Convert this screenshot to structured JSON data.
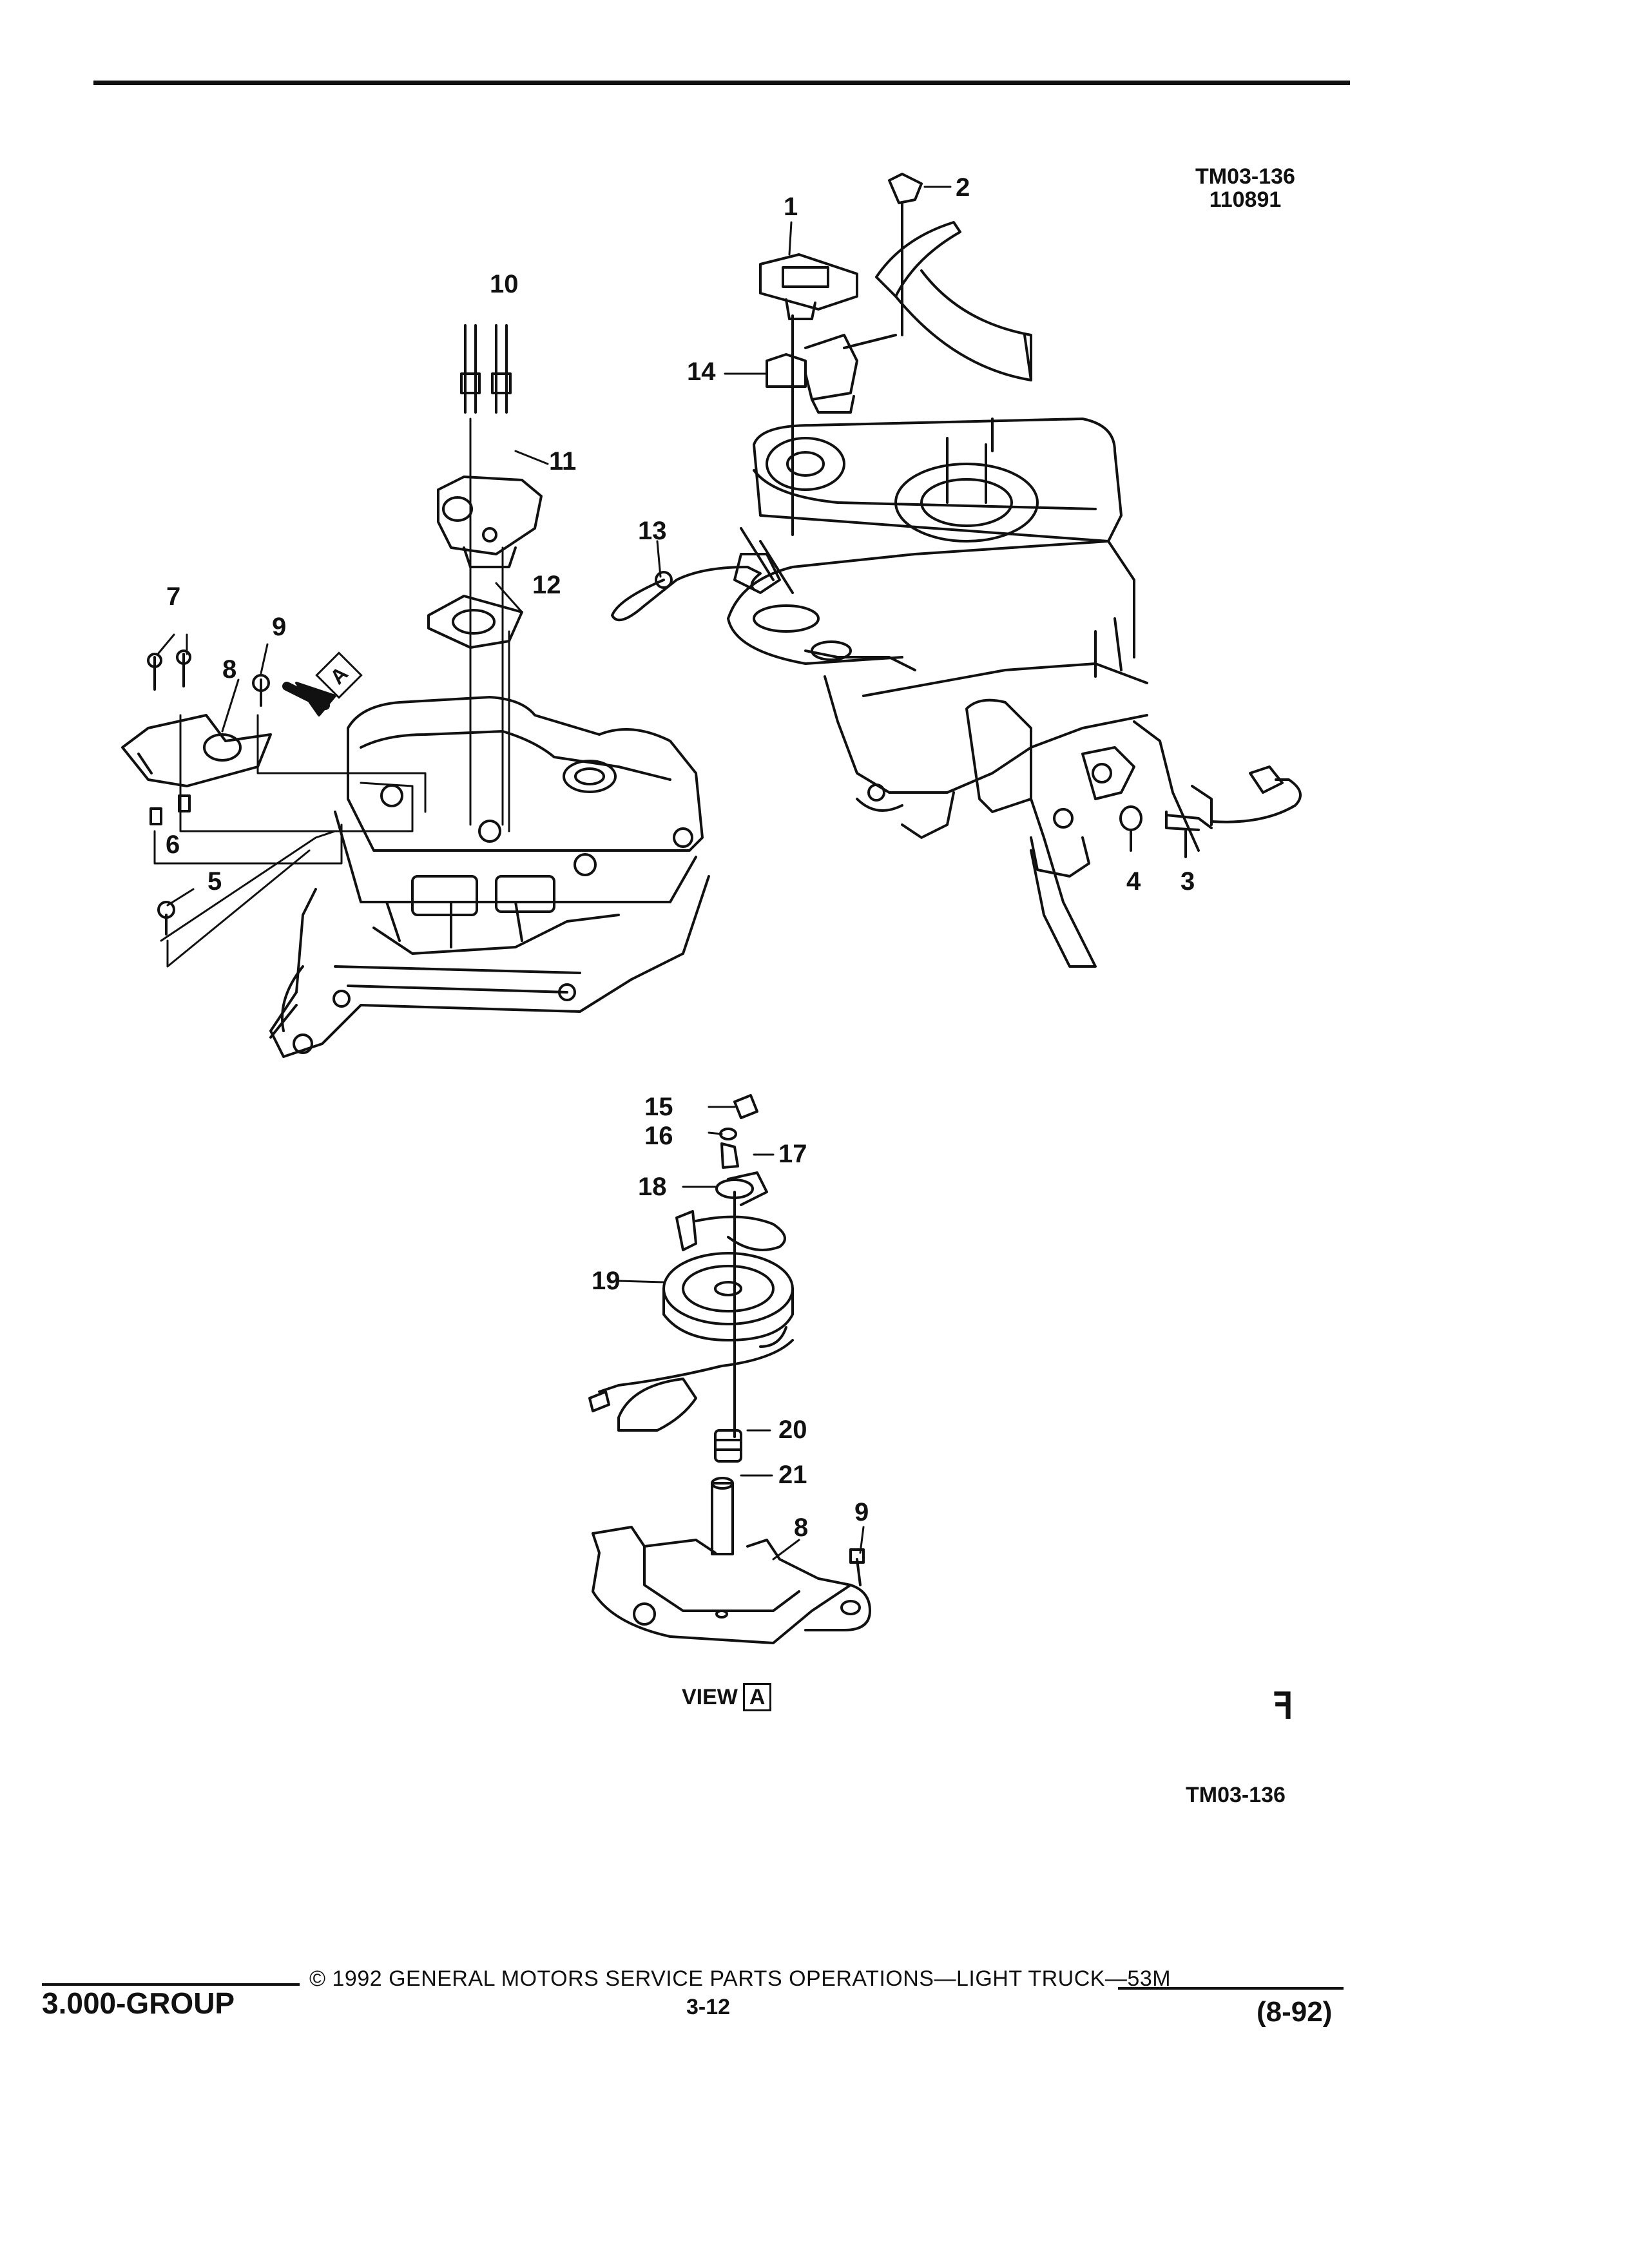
{
  "header": {
    "figure_code": "TM03-136",
    "figure_date": "110891"
  },
  "callouts": {
    "c1": "1",
    "c2": "2",
    "c3": "3",
    "c4": "4",
    "c5": "5",
    "c6": "6",
    "c7": "7",
    "c8": "8",
    "c9": "9",
    "c10": "10",
    "c11": "11",
    "c12": "12",
    "c13": "13",
    "c14": "14",
    "c15": "15",
    "c16": "16",
    "c17": "17",
    "c18": "18",
    "c19": "19",
    "c20": "20",
    "c21": "21",
    "c8b": "8",
    "c9b": "9"
  },
  "view": {
    "label": "VIEW",
    "letter": "A"
  },
  "view_marker": "A",
  "figure_code_bottom": "TM03-136",
  "footer": {
    "group": "3.000-GROUP",
    "copyright": "© 1992 GENERAL MOTORS SERVICE PARTS OPERATIONS—LIGHT TRUCK—53M",
    "page": "3-12",
    "date": "(8-92)"
  }
}
